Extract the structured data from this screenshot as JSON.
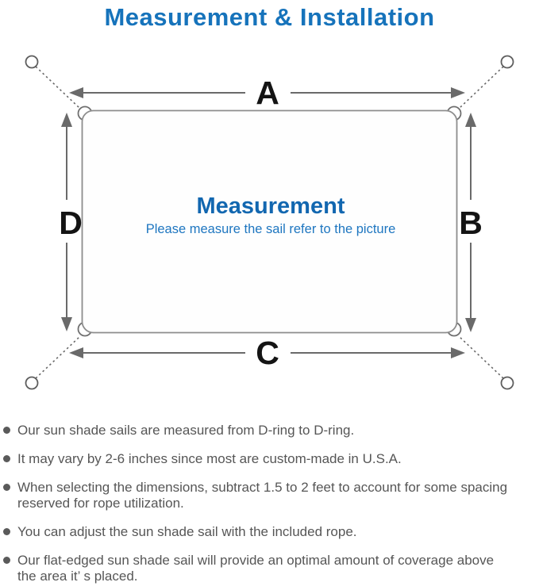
{
  "title": {
    "text": "Measurement & Installation",
    "color": "#1673bb"
  },
  "diagram": {
    "labels": {
      "top": "A",
      "right": "B",
      "bottom": "C",
      "left": "D"
    },
    "center": {
      "heading": "Measurement",
      "subheading": "Please measure the sail refer to the picture"
    },
    "colors": {
      "heading": "#1267b0",
      "subheading": "#1e76c0",
      "arrow_line": "#6a6a6a",
      "sail_outline": "#8d8d8d",
      "anchor_ring": "#5e5e5e",
      "dimension_label": "#141414"
    }
  },
  "notes": {
    "text_color": "#565656",
    "items": [
      {
        "lines": [
          "Our sun shade sails are measured from D-ring to D-ring."
        ]
      },
      {
        "lines": [
          "It may vary by 2-6 inches since most are custom-made in U.S.A."
        ]
      },
      {
        "lines": [
          "When selecting the dimensions, subtract 1.5 to 2 feet to account for some spacing",
          "reserved for rope utilization."
        ]
      },
      {
        "lines": [
          "You can adjust the sun shade sail with the included rope."
        ]
      },
      {
        "lines": [
          "Our flat-edged sun shade sail will provide an optimal amount of coverage above",
          "the area it’ s placed."
        ]
      }
    ]
  }
}
